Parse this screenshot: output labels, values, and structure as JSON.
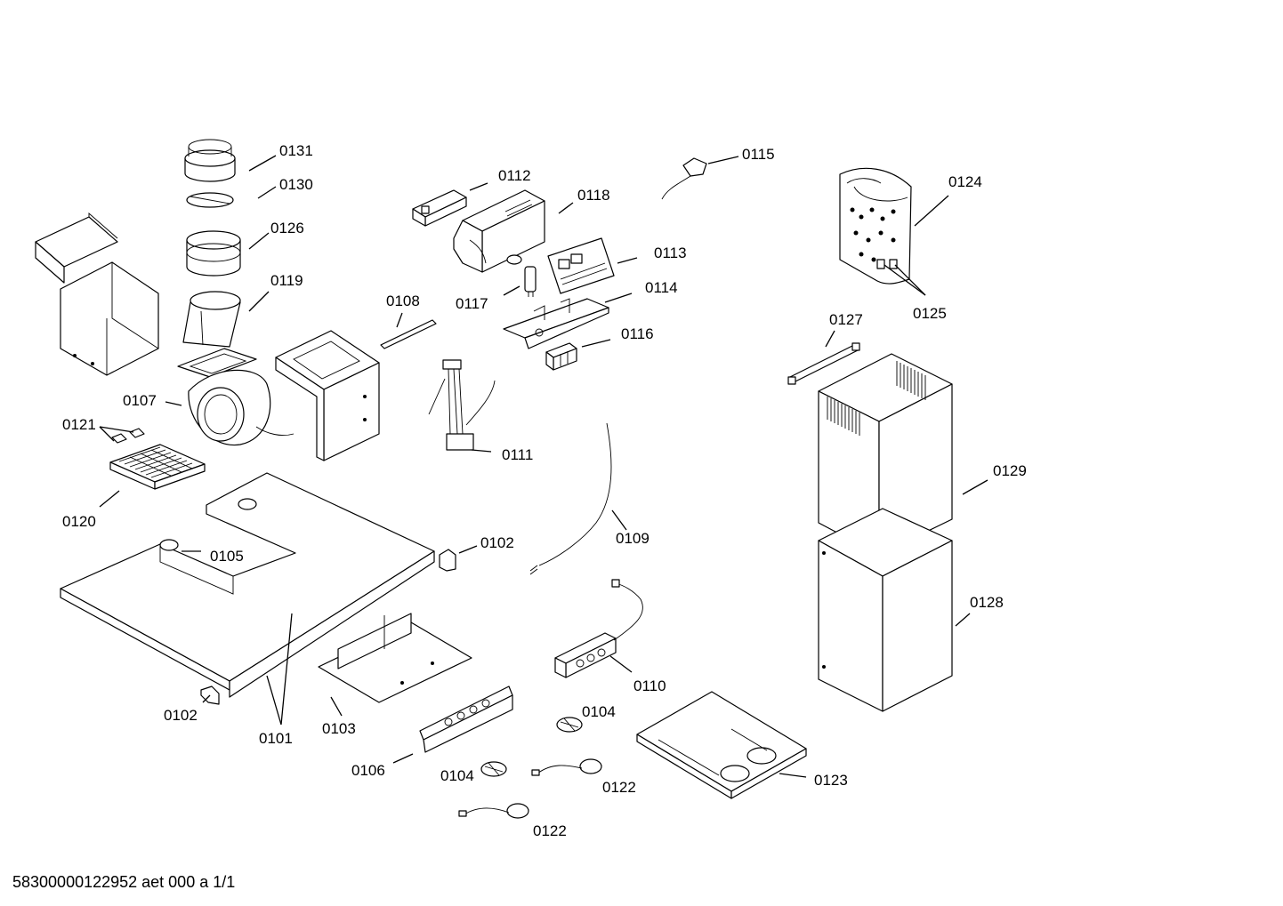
{
  "footer": "58300000122952 aet 000 a 1/1",
  "labels": {
    "p0131": "0131",
    "p0130": "0130",
    "p0126": "0126",
    "p0119": "0119",
    "p0107": "0107",
    "p0121": "0121",
    "p0120": "0120",
    "p0105": "0105",
    "p0102a": "0102",
    "p0102b": "0102",
    "p0101": "0101",
    "p0103": "0103",
    "p0106": "0106",
    "p0104a": "0104",
    "p0104b": "0104",
    "p0122a": "0122",
    "p0122b": "0122",
    "p0112": "0112",
    "p0118": "0118",
    "p0113": "0113",
    "p0114": "0114",
    "p0116": "0116",
    "p0117": "0117",
    "p0108": "0108",
    "p0111": "0111",
    "p0109": "0109",
    "p0110": "0110",
    "p0115": "0115",
    "p0123": "0123",
    "p0124": "0124",
    "p0125": "0125",
    "p0127": "0127",
    "p0129": "0129",
    "p0128": "0128"
  }
}
